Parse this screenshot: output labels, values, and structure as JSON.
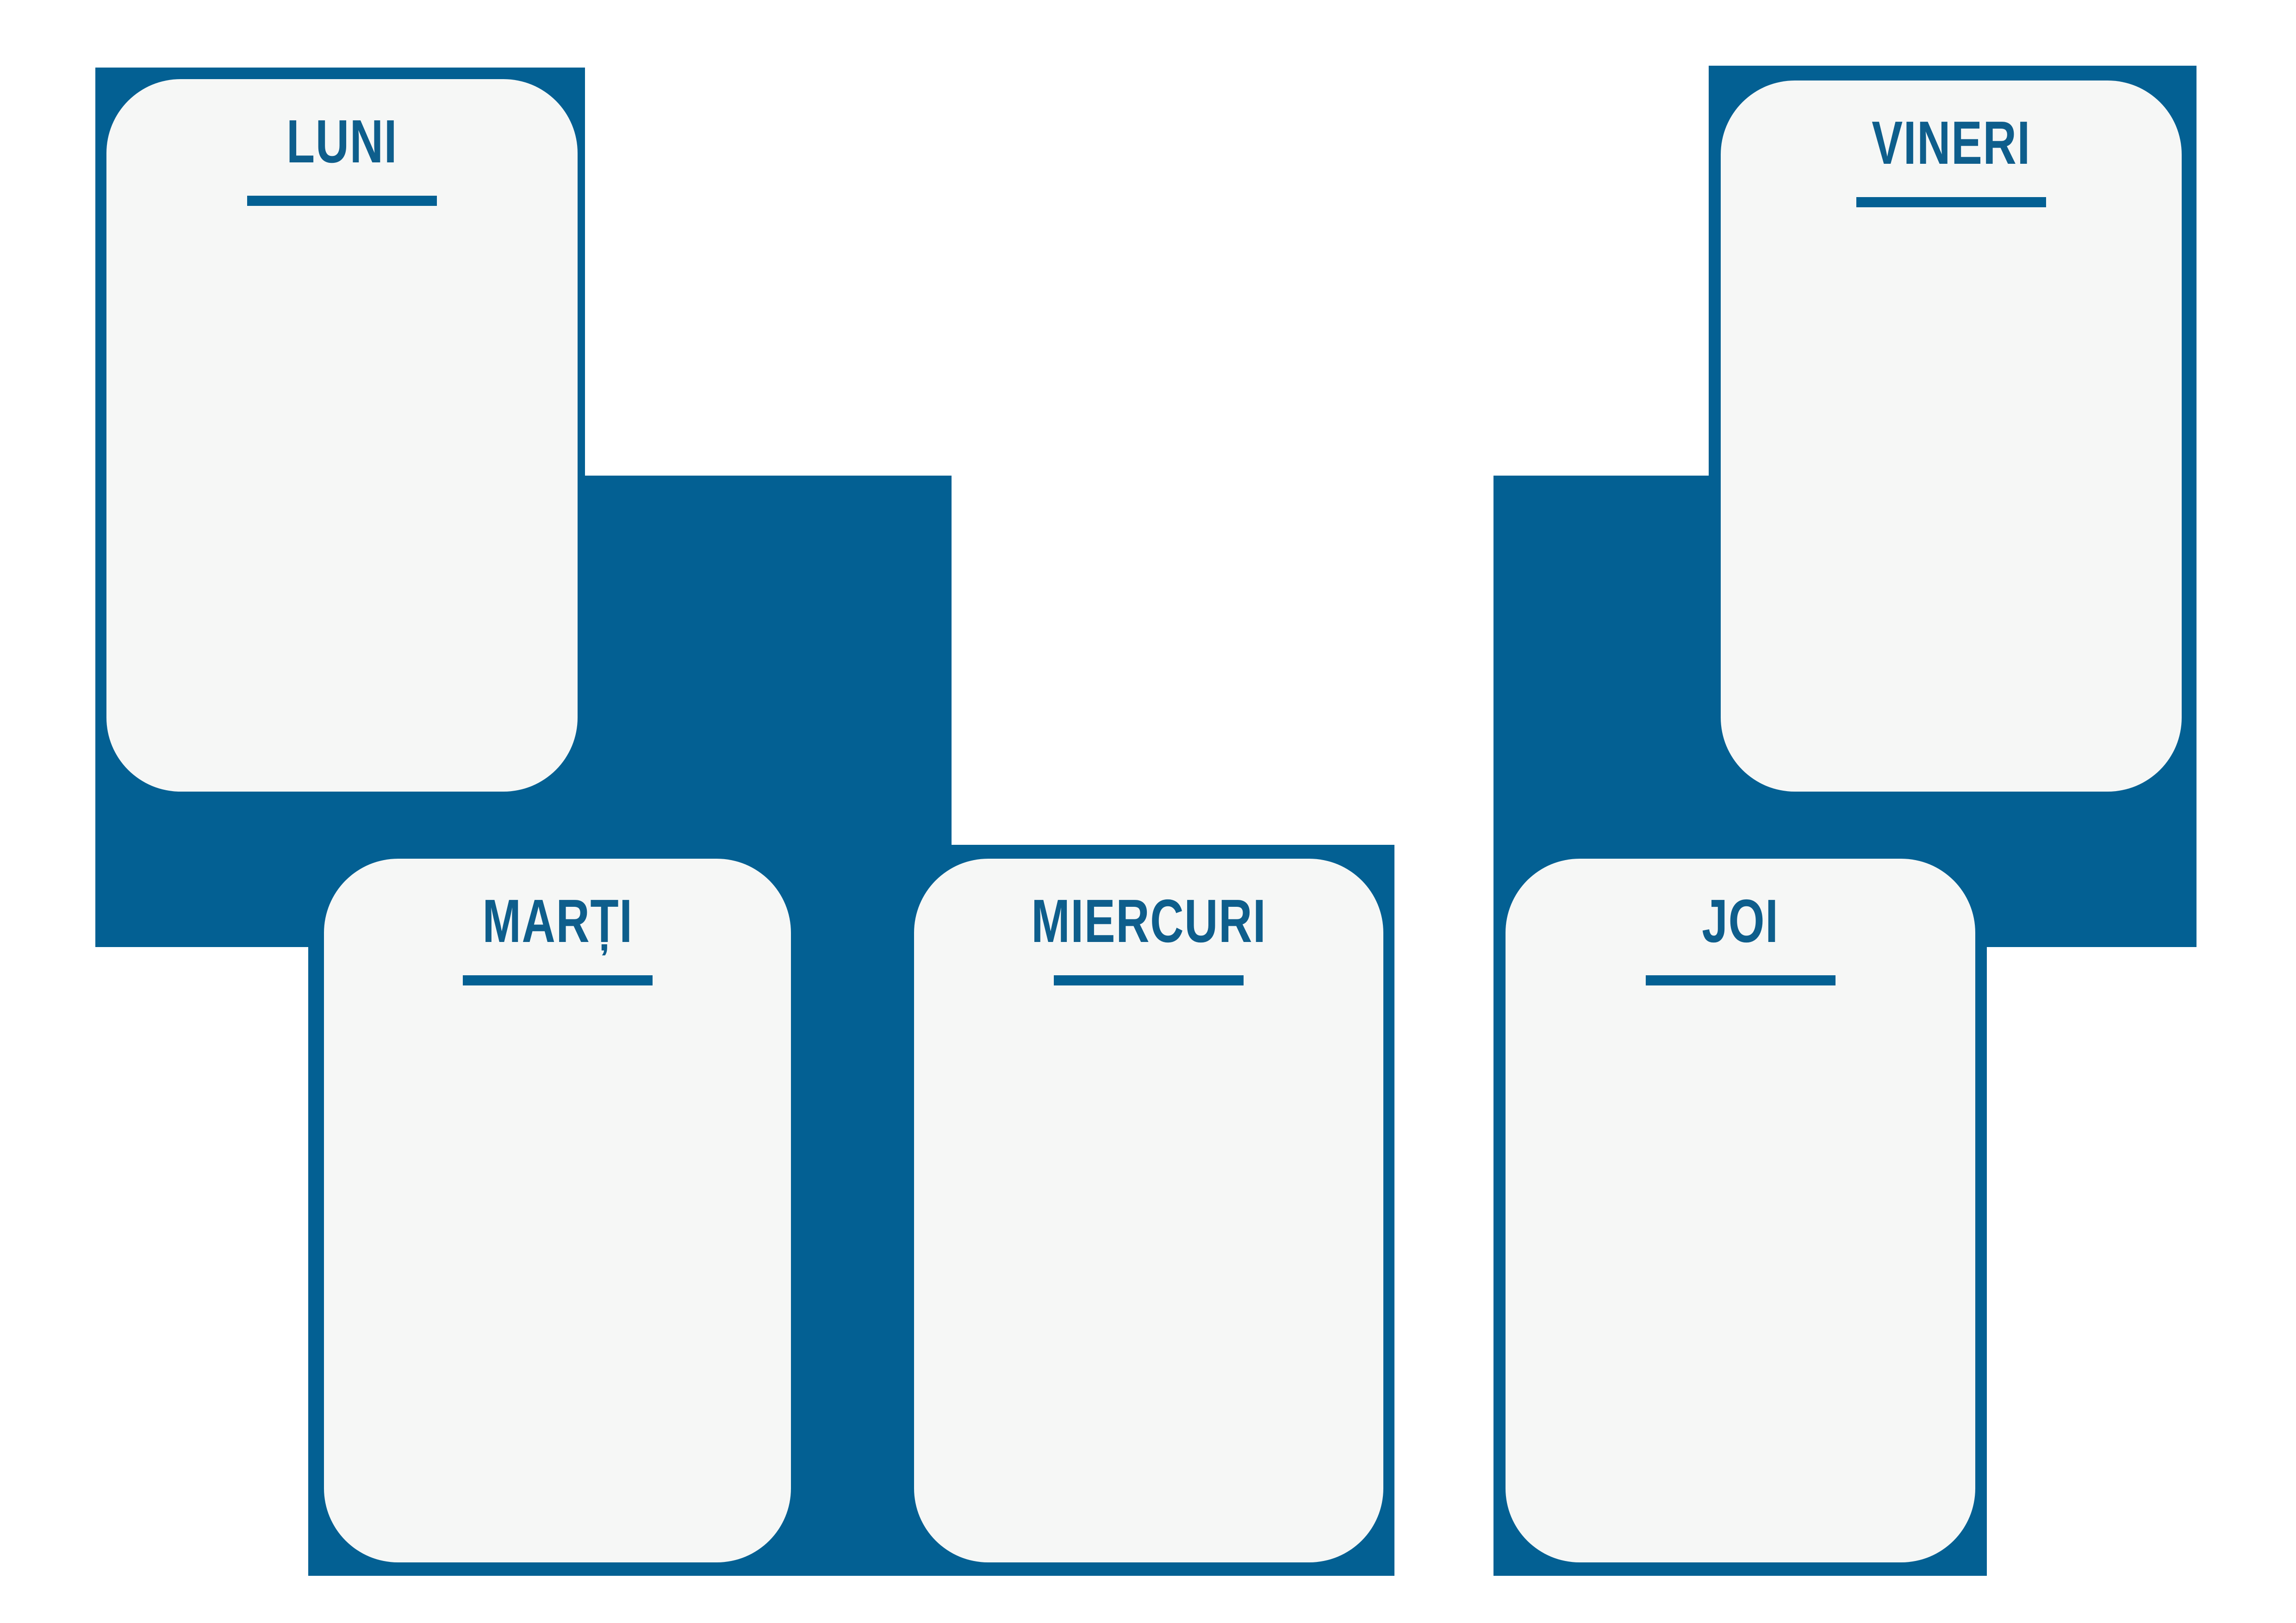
{
  "colors": {
    "accent": "#036093",
    "title": "#0E5E8C",
    "cardbg": "#F6F7F6",
    "pagebg": "#FFFFFF"
  },
  "planner": {
    "days": [
      {
        "id": "luni",
        "label": "LUNI"
      },
      {
        "id": "marti",
        "label": "MARȚI"
      },
      {
        "id": "miercuri",
        "label": "MIERCURI"
      },
      {
        "id": "joi",
        "label": "JOI"
      },
      {
        "id": "vineri",
        "label": "VINERI"
      }
    ]
  }
}
